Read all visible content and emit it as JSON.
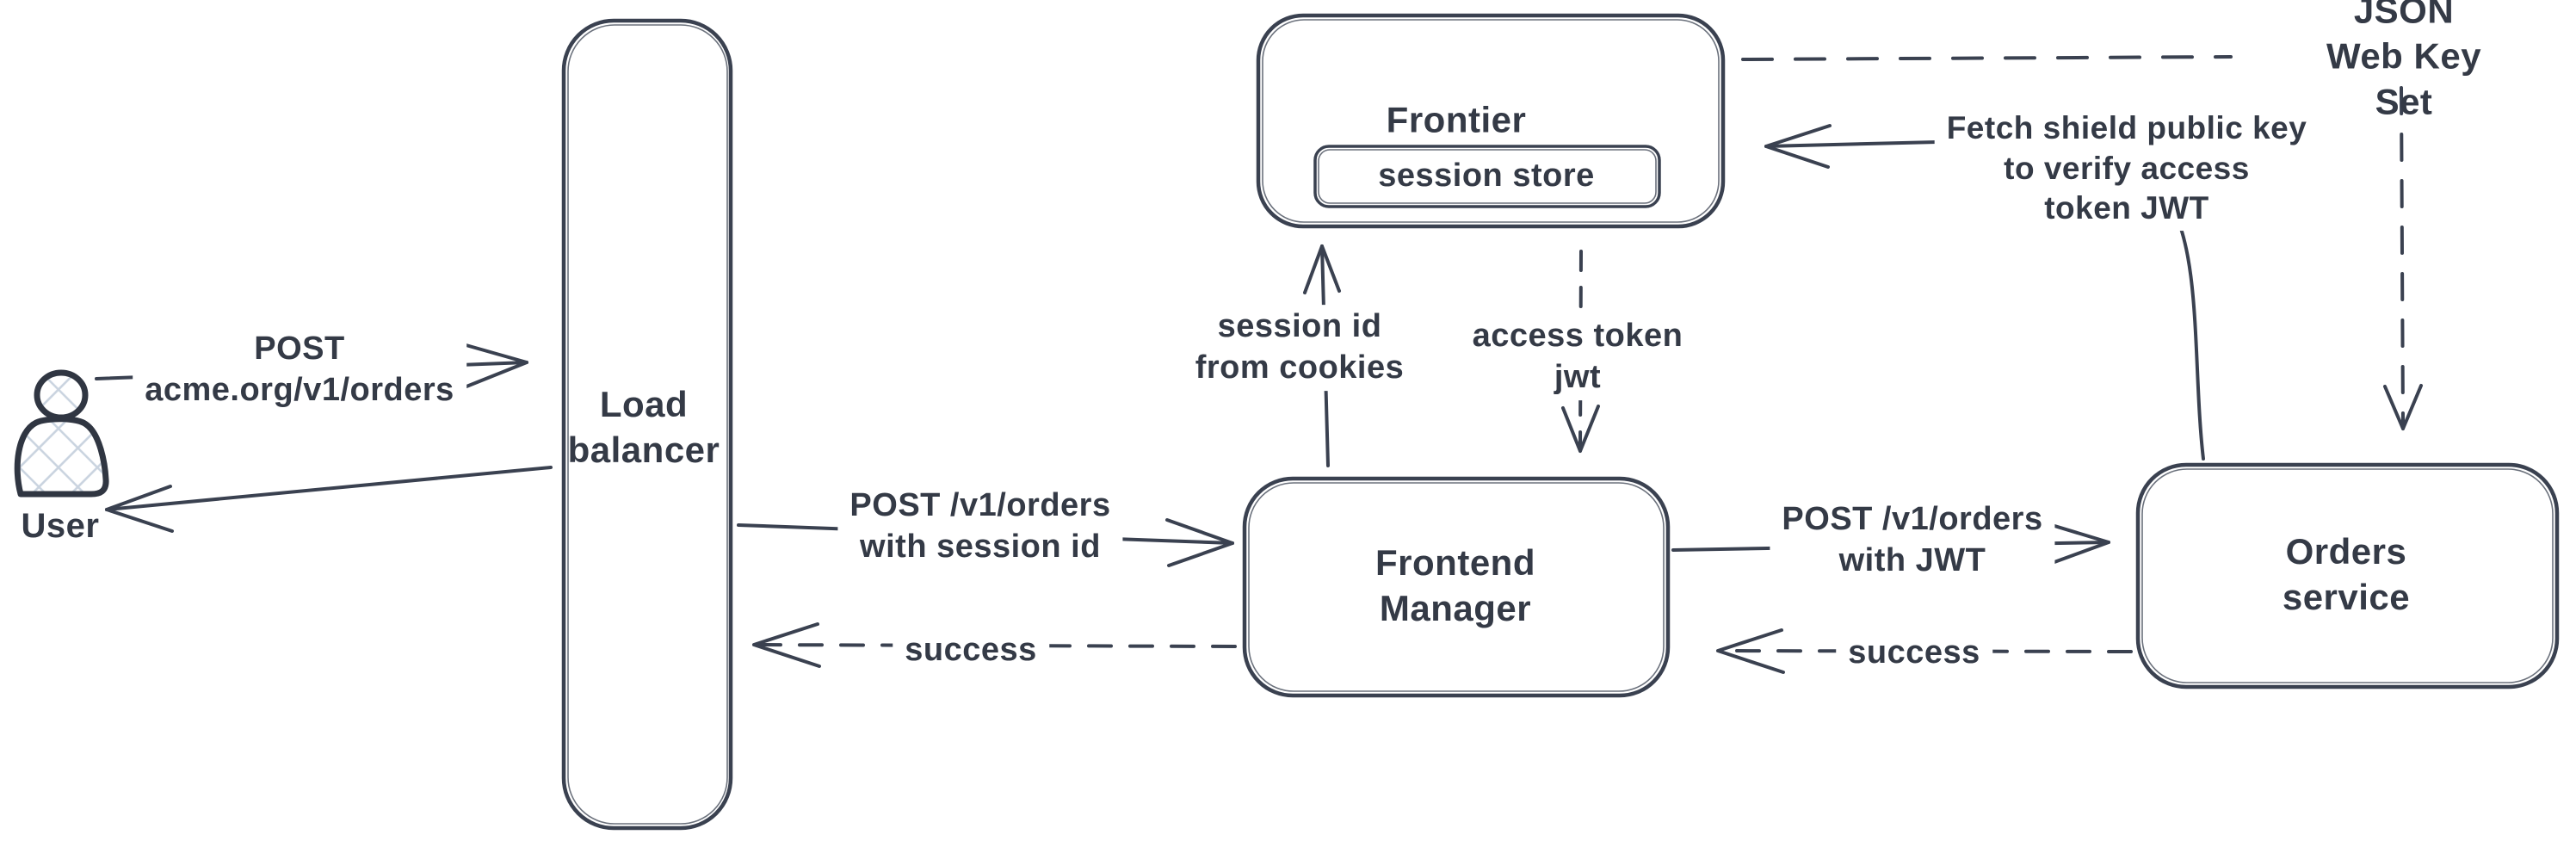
{
  "colors": {
    "stroke": "#3a4150",
    "text": "#343a46",
    "hatch_fill": "#c9d3df",
    "background": "#ffffff"
  },
  "actor": {
    "label": "User"
  },
  "nodes": {
    "load_balancer": {
      "label": "Load\nbalancer"
    },
    "frontier": {
      "label": "Frontier"
    },
    "session_store": {
      "label": "session store"
    },
    "frontend_manager": {
      "label": "Frontend\nManager"
    },
    "orders_service": {
      "label": "Orders service"
    }
  },
  "edges": {
    "user_to_lb": {
      "label": "POST\nacme.org/v1/orders",
      "style": "solid"
    },
    "lb_to_user": {
      "style": "solid"
    },
    "lb_to_fm": {
      "label": "POST /v1/orders\nwith session id",
      "style": "solid"
    },
    "fm_to_lb": {
      "label": "success",
      "style": "dashed"
    },
    "fm_to_frontier": {
      "label": "session id\nfrom cookies",
      "style": "solid"
    },
    "frontier_to_fm": {
      "label": "access token\njwt",
      "style": "dashed"
    },
    "fm_to_orders": {
      "label": "POST /v1/orders\nwith JWT",
      "style": "solid"
    },
    "orders_to_fm": {
      "label": "success",
      "style": "dashed"
    },
    "orders_to_frontier": {
      "label": "Fetch shield public key\nto verify access\ntoken JWT",
      "style": "solid"
    },
    "frontier_to_jwks": {
      "label": "JSON Web Key Set",
      "style": "dashed"
    },
    "jwks_to_orders": {
      "style": "dashed"
    }
  }
}
